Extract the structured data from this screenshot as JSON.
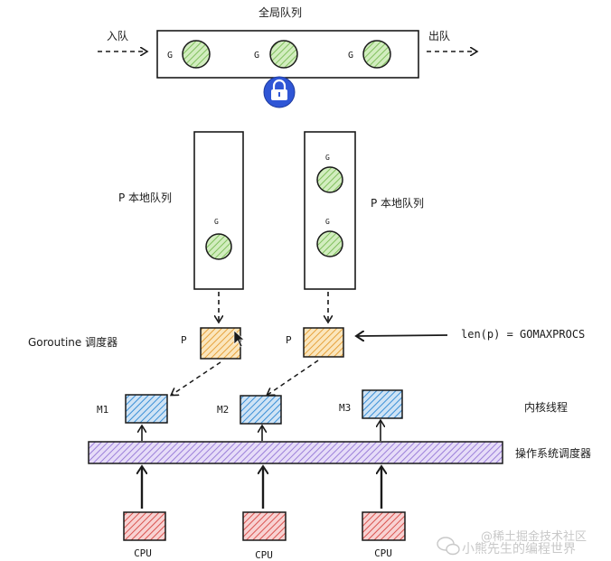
{
  "global_queue": {
    "title": "全局队列",
    "enqueue_label": "入队",
    "dequeue_label": "出队",
    "goroutines": [
      "G",
      "G",
      "G"
    ]
  },
  "local_queues": [
    {
      "label": "P  本地队列",
      "goroutines": [
        "G"
      ]
    },
    {
      "label": "P  本地队列",
      "goroutines": [
        "G",
        "G"
      ]
    }
  ],
  "scheduler": {
    "label": "Goroutine 调度器",
    "processors": [
      "P",
      "P"
    ],
    "formula": "len(p) = GOMAXPROCS"
  },
  "threads": {
    "label": "内核线程",
    "machines": [
      "M1",
      "M2",
      "M3"
    ]
  },
  "os_scheduler": {
    "label": "操作系统调度器"
  },
  "cpus": [
    "CPU",
    "CPU",
    "CPU"
  ],
  "watermark": {
    "line1": "@稀土掘金技术社区",
    "line2": "小熊先生的编程世界"
  },
  "colors": {
    "goroutine_fill": "#d2edbf",
    "goroutine_hatch": "#7fbf5c",
    "processor_fill": "#fbe6bd",
    "processor_hatch": "#e6a23c",
    "machine_fill": "#cfe3f5",
    "machine_hatch": "#3a8fd6",
    "os_fill": "#e6dcf8",
    "os_hatch": "#9b7fd9",
    "cpu_fill": "#f8d2d2",
    "cpu_hatch": "#d9534f",
    "lock": "#2f56d6"
  }
}
